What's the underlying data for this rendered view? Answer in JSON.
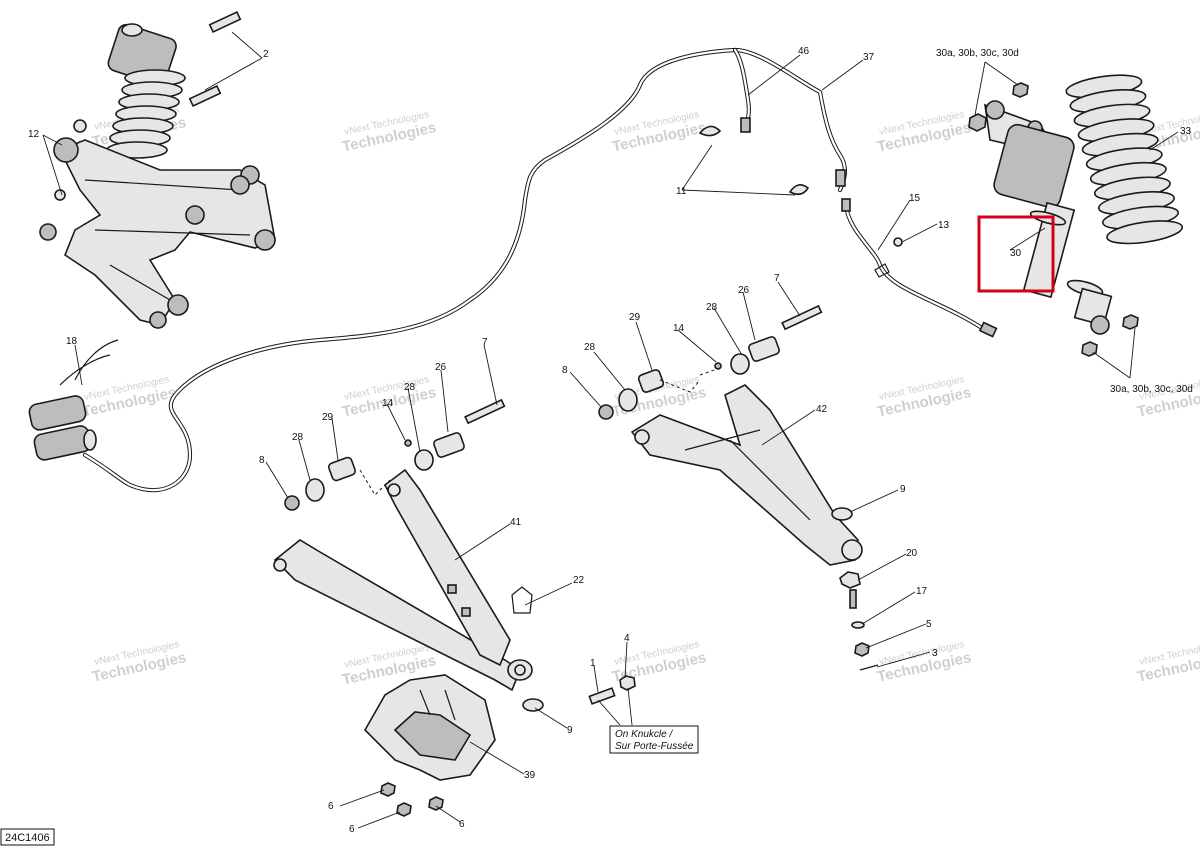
{
  "diagram_id": "24C1406",
  "note": {
    "line1": "On Knukcle /",
    "line2": "Sur Porte-Fussée"
  },
  "watermark": {
    "line1": "vNext Technologies",
    "line2": "Technologies"
  },
  "callouts": [
    {
      "id": "c-2",
      "label": "2"
    },
    {
      "id": "c-12",
      "label": "12"
    },
    {
      "id": "c-18",
      "label": "18"
    },
    {
      "id": "c-46",
      "label": "46"
    },
    {
      "id": "c-37",
      "label": "37"
    },
    {
      "id": "c-11",
      "label": "11"
    },
    {
      "id": "c-15",
      "label": "15"
    },
    {
      "id": "c-13",
      "label": "13"
    },
    {
      "id": "c-30a-top",
      "label": "30a, 30b, 30c, 30d"
    },
    {
      "id": "c-33",
      "label": "33"
    },
    {
      "id": "c-30",
      "label": "30"
    },
    {
      "id": "c-30a-bot",
      "label": "30a, 30b, 30c, 30d"
    },
    {
      "id": "c-7a",
      "label": "7"
    },
    {
      "id": "c-26a",
      "label": "26"
    },
    {
      "id": "c-28a",
      "label": "28"
    },
    {
      "id": "c-14a",
      "label": "14"
    },
    {
      "id": "c-29a",
      "label": "29"
    },
    {
      "id": "c-28b",
      "label": "28"
    },
    {
      "id": "c-8a",
      "label": "8"
    },
    {
      "id": "c-42",
      "label": "42"
    },
    {
      "id": "c-9a",
      "label": "9"
    },
    {
      "id": "c-20",
      "label": "20"
    },
    {
      "id": "c-17",
      "label": "17"
    },
    {
      "id": "c-5",
      "label": "5"
    },
    {
      "id": "c-3",
      "label": "3"
    },
    {
      "id": "c-7b",
      "label": "7"
    },
    {
      "id": "c-26b",
      "label": "26"
    },
    {
      "id": "c-28c",
      "label": "28"
    },
    {
      "id": "c-14b",
      "label": "14"
    },
    {
      "id": "c-29b",
      "label": "29"
    },
    {
      "id": "c-28d",
      "label": "28"
    },
    {
      "id": "c-8b",
      "label": "8"
    },
    {
      "id": "c-41",
      "label": "41"
    },
    {
      "id": "c-22",
      "label": "22"
    },
    {
      "id": "c-9b",
      "label": "9"
    },
    {
      "id": "c-1",
      "label": "1"
    },
    {
      "id": "c-4",
      "label": "4"
    },
    {
      "id": "c-39",
      "label": "39"
    },
    {
      "id": "c-6a",
      "label": "6"
    },
    {
      "id": "c-6b",
      "label": "6"
    },
    {
      "id": "c-6c",
      "label": "6"
    }
  ],
  "highlight": {
    "label": "30",
    "color": "#d0021b"
  }
}
